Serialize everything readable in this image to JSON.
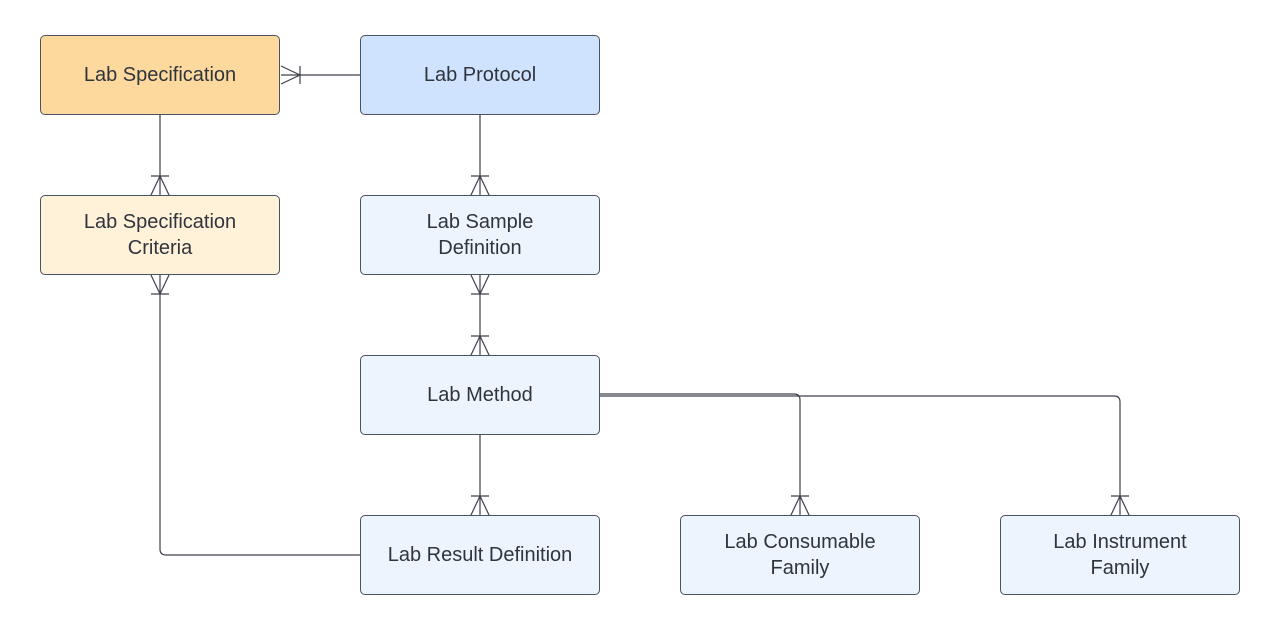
{
  "colors": {
    "spec_fill": "#fdd99e",
    "criteria_fill": "#fff2d9",
    "protocol_fill": "#cfe3fe",
    "light_blue_fill": "#ecf4fe",
    "border": "#4a5160",
    "line": "#3c404a",
    "text": "#30343d"
  },
  "entities": {
    "lab_specification": {
      "label": "Lab Specification"
    },
    "lab_protocol": {
      "label": "Lab Protocol"
    },
    "lab_specification_criteria": {
      "label": "Lab Specification\nCriteria"
    },
    "lab_sample_definition": {
      "label": "Lab Sample\nDefinition"
    },
    "lab_method": {
      "label": "Lab Method"
    },
    "lab_result_definition": {
      "label": "Lab Result Definition"
    },
    "lab_consumable_family": {
      "label": "Lab Consumable\nFamily"
    },
    "lab_instrument_family": {
      "label": "Lab Instrument\nFamily"
    }
  },
  "relationships": [
    {
      "from": "lab_protocol",
      "to": "lab_specification",
      "cardinality": "one-to-many"
    },
    {
      "from": "lab_specification",
      "to": "lab_specification_criteria",
      "cardinality": "one-to-many"
    },
    {
      "from": "lab_protocol",
      "to": "lab_sample_definition",
      "cardinality": "one-to-many"
    },
    {
      "from": "lab_sample_definition",
      "to": "lab_method",
      "cardinality": "many-to-many"
    },
    {
      "from": "lab_method",
      "to": "lab_result_definition",
      "cardinality": "one-to-many"
    },
    {
      "from": "lab_method",
      "to": "lab_consumable_family",
      "cardinality": "one-to-many"
    },
    {
      "from": "lab_method",
      "to": "lab_instrument_family",
      "cardinality": "one-to-many"
    },
    {
      "from": "lab_result_definition",
      "to": "lab_specification_criteria",
      "cardinality": "one-to-many"
    }
  ]
}
